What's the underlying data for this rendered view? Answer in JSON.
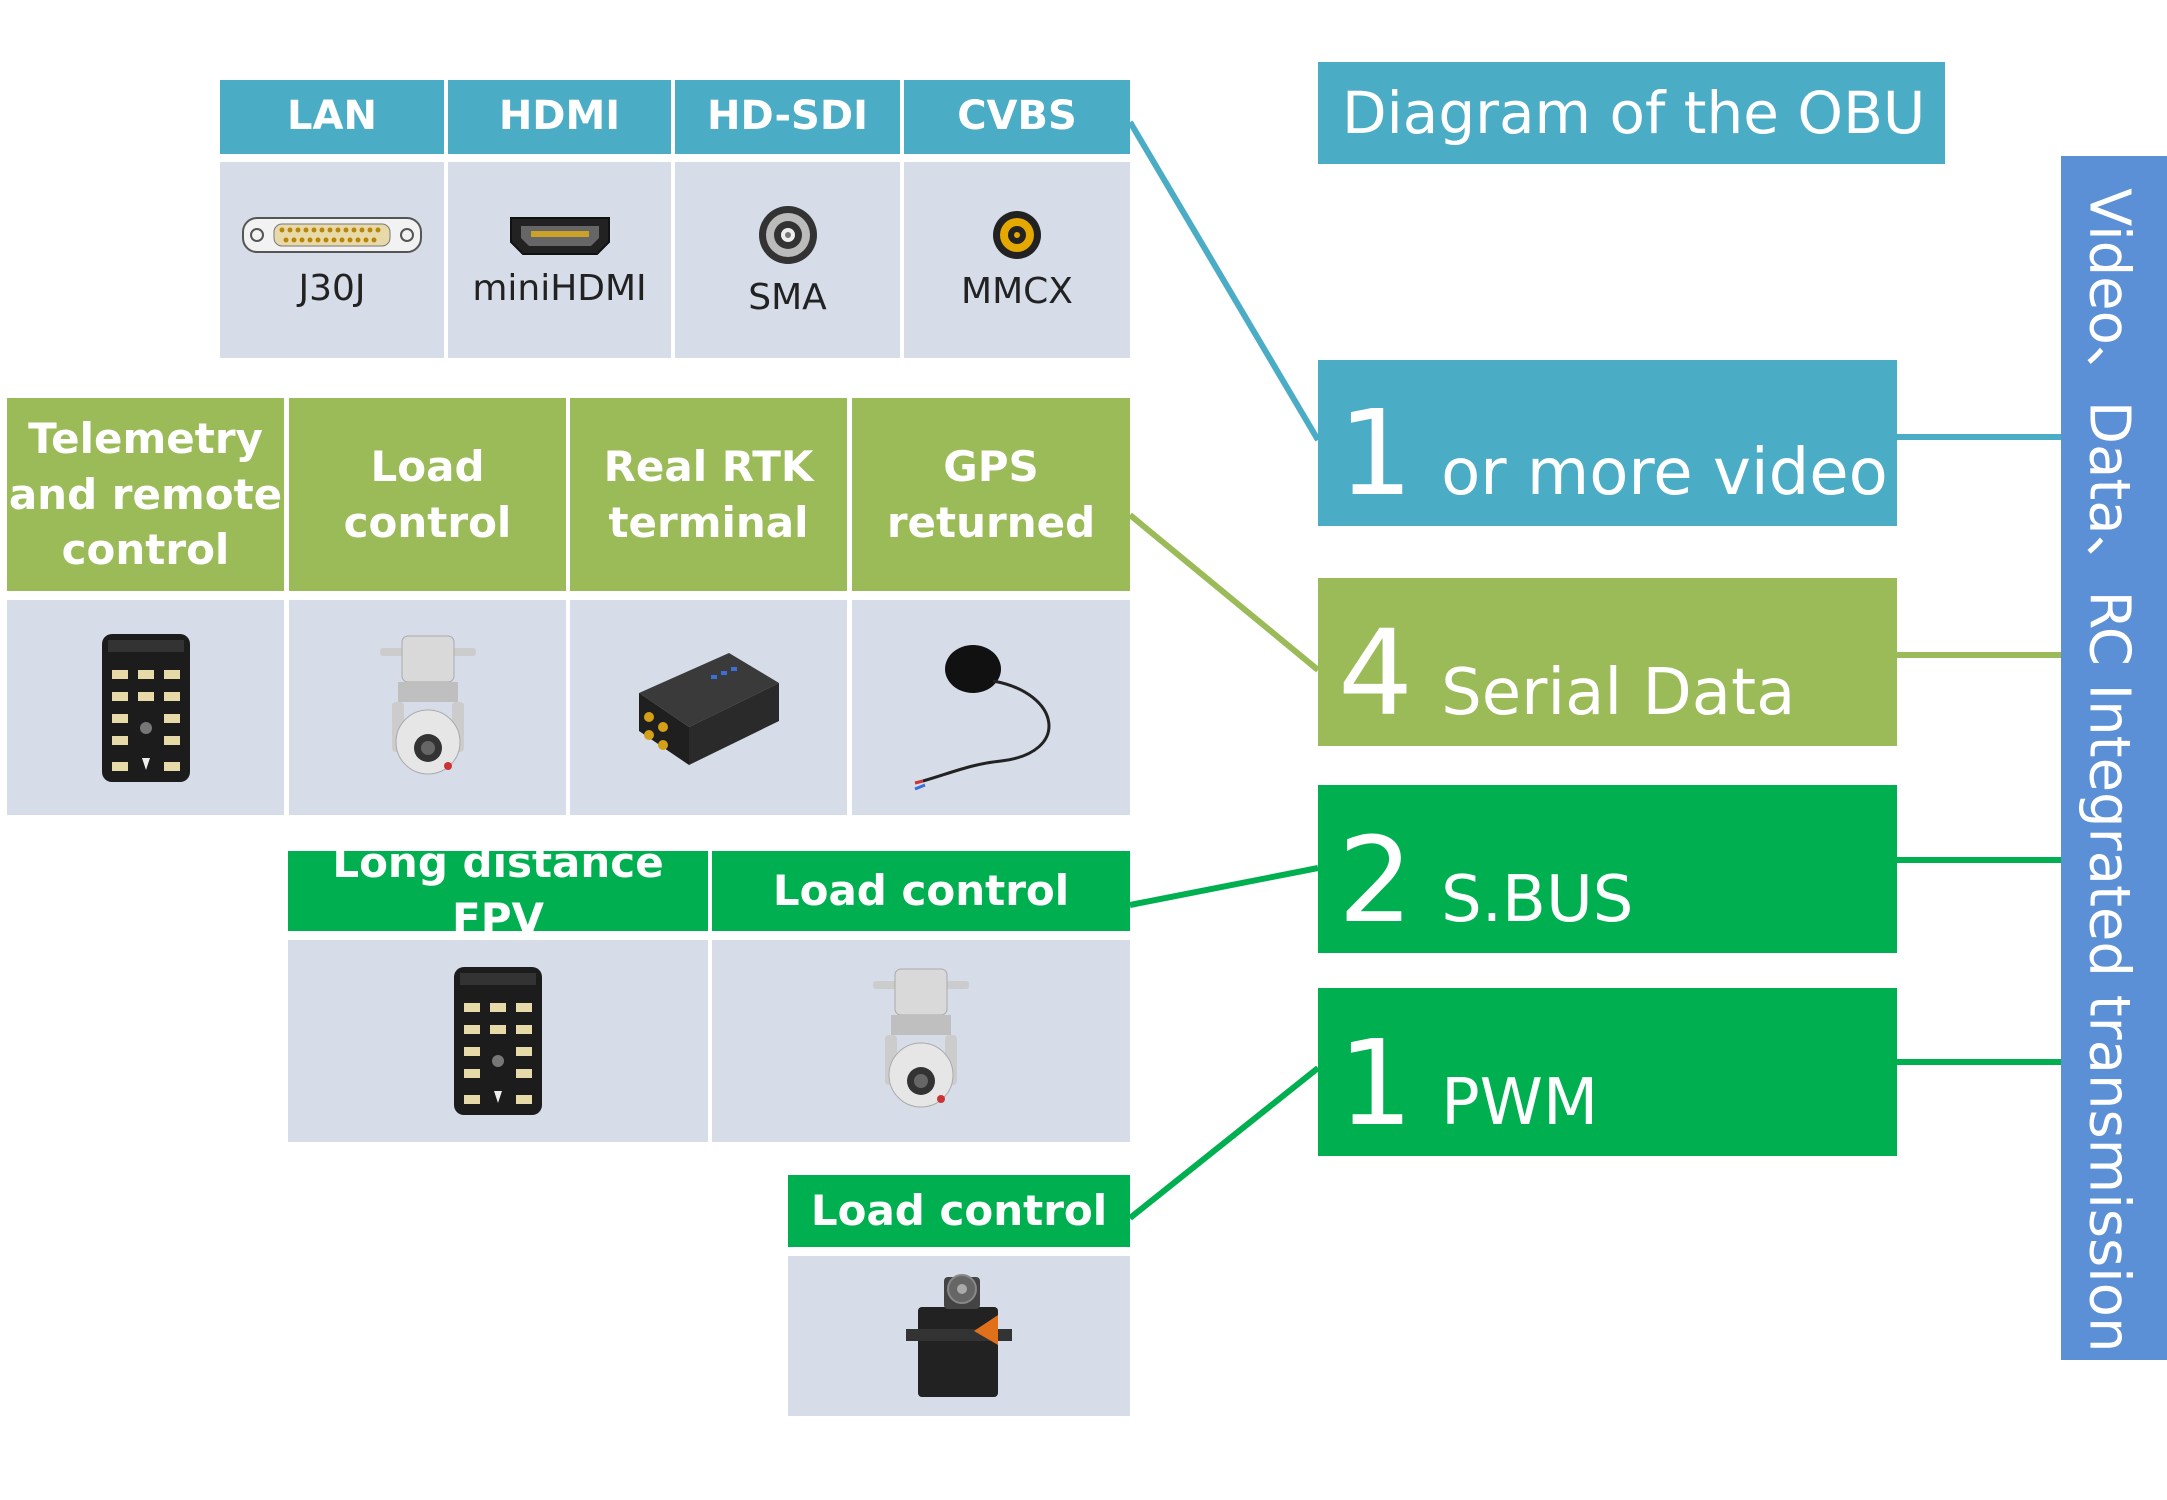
{
  "title": "Diagram of the OBU",
  "vertical_label": "Video、Data、RC  Integrated transmission",
  "video_table": {
    "headers": [
      "LAN",
      "HDMI",
      "HD-SDI",
      "CVBS"
    ],
    "connectors": [
      {
        "label": "J30J",
        "icon": "d-sub-connector-icon"
      },
      {
        "label": "miniHDMI",
        "icon": "mini-hdmi-port-icon"
      },
      {
        "label": "SMA",
        "icon": "sma-connector-icon"
      },
      {
        "label": "MMCX",
        "icon": "mmcx-connector-icon"
      }
    ]
  },
  "serial_table": {
    "headers": [
      "Telemetry and remote control",
      "Load control",
      "Real RTK terminal",
      "GPS returned"
    ],
    "images": [
      "flight-controller-image",
      "gimbal-camera-image",
      "rtk-module-image",
      "gps-antenna-image"
    ]
  },
  "sbus_table": {
    "headers": [
      "Long distance FPV",
      "Load control"
    ],
    "images": [
      "flight-controller-image",
      "gimbal-camera-image"
    ]
  },
  "pwm_table": {
    "headers": [
      "Load control"
    ],
    "images": [
      "servo-motor-image"
    ]
  },
  "boxes": [
    {
      "num": "1",
      "label": "or more video",
      "color": "#4bacc6"
    },
    {
      "num": "4",
      "label": "Serial Data",
      "color": "#9bbb59"
    },
    {
      "num": "2",
      "label": "S.BUS",
      "color": "#00b050"
    },
    {
      "num": "1",
      "label": "PWM",
      "color": "#00b050"
    }
  ],
  "colors": {
    "blue": "#4bacc6",
    "olive": "#9bbb59",
    "green": "#00b050",
    "vertical": "#5b8fd6",
    "cell": "#d6dce8"
  }
}
